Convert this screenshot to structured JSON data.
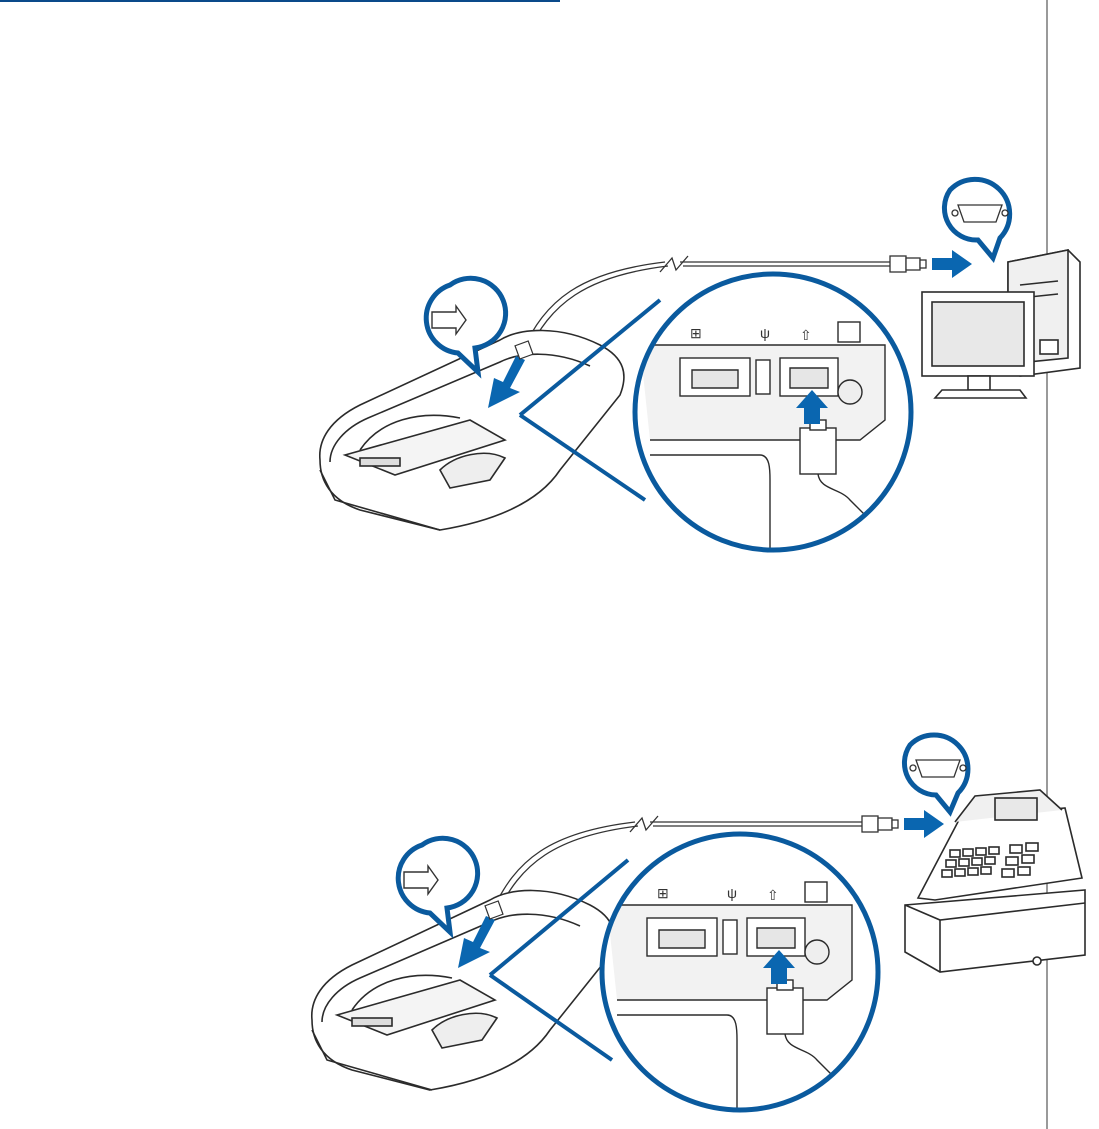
{
  "figures": [
    {
      "id": "fig1",
      "host": "computer",
      "host_icon": "pc-tower-monitor-icon"
    },
    {
      "id": "fig2",
      "host": "cash-register",
      "host_icon": "cash-register-icon"
    }
  ],
  "callouts": {
    "serial_port_icon": "db9-serial-connector-icon",
    "terminal_port_icon": "rs232-port-icon",
    "zoom_panel": "port-closeup-circle"
  },
  "colors": {
    "accent": "#0a5a9e",
    "arrow": "#0a66b0",
    "line": "#2b2b2b",
    "panel_gray": "#e6e6e6",
    "rule_top": "#0a4a8a",
    "rule_side": "#9a9a9a"
  }
}
